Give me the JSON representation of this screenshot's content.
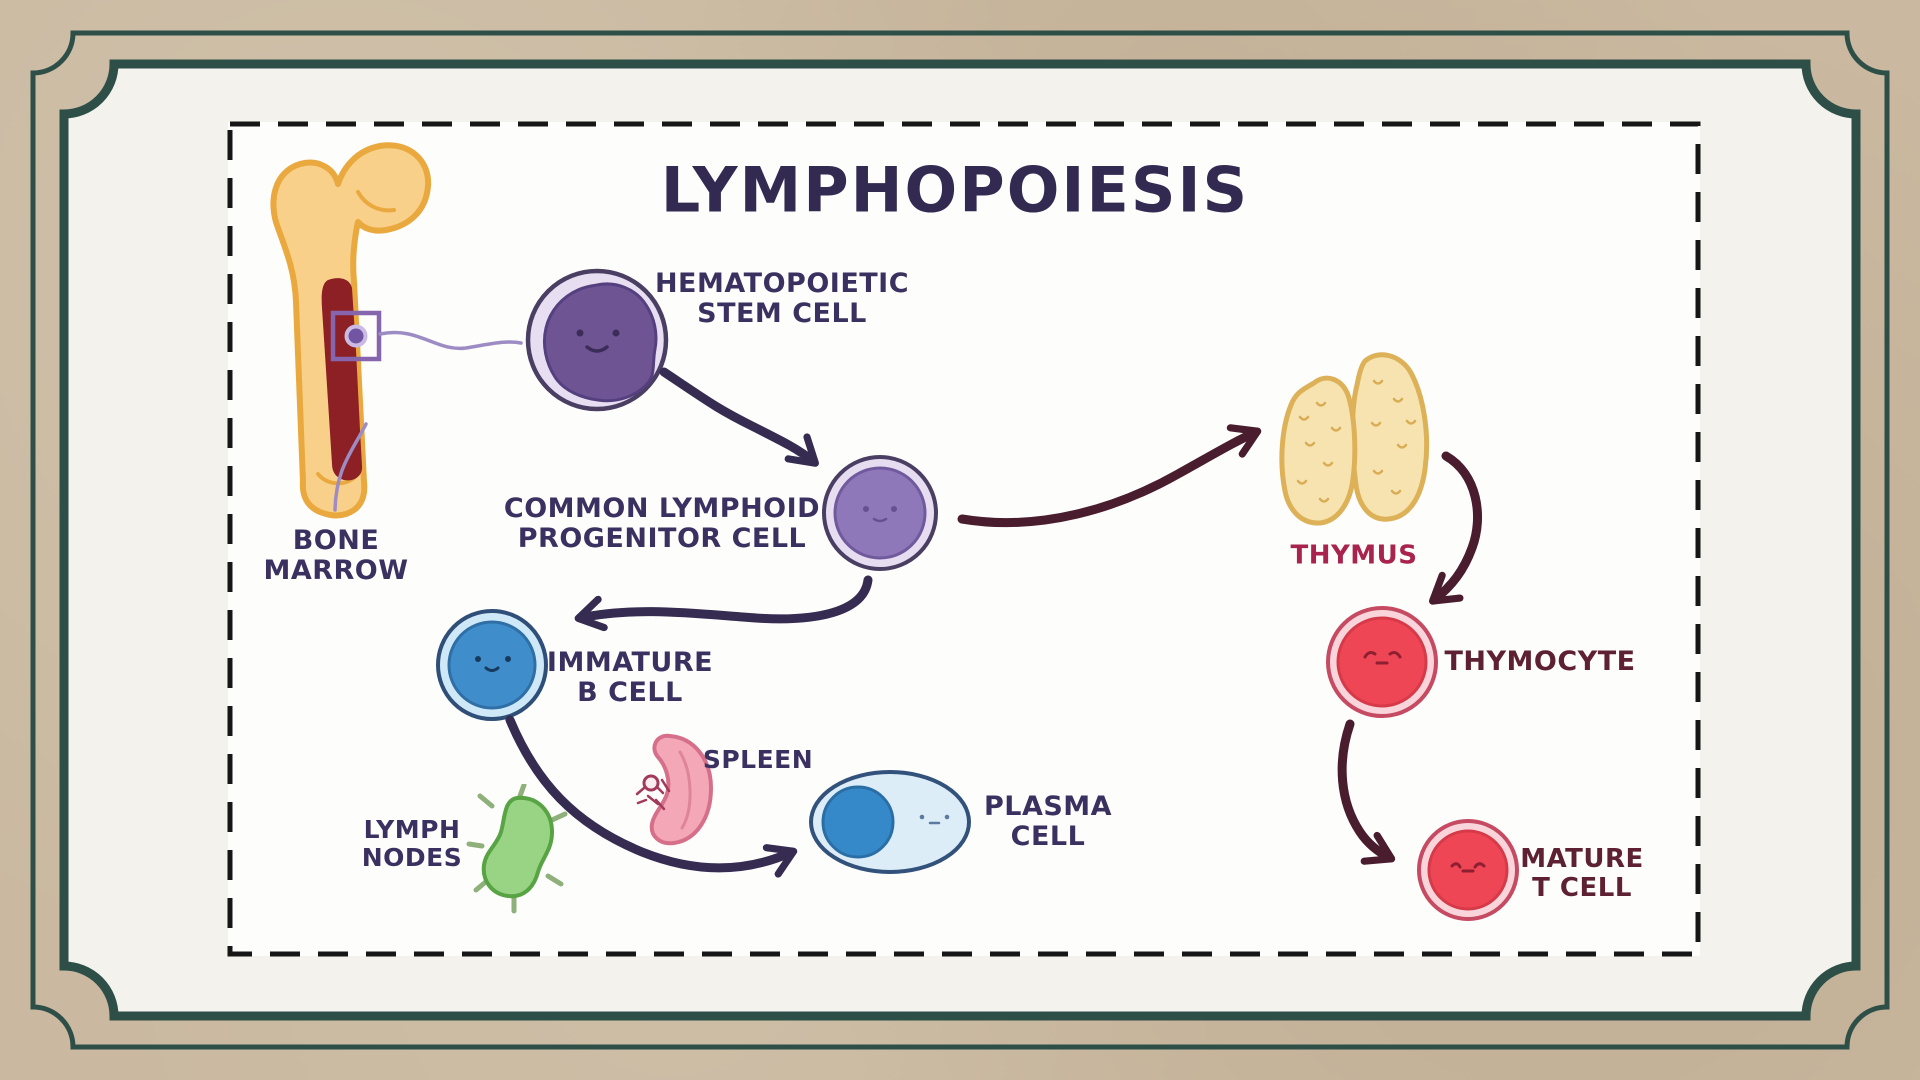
{
  "scene": {
    "background_color": "#cab9a0",
    "frame_border_color": "#2d4f48",
    "panel_color": "#f3f2ec",
    "canvas_color": "#fdfdfc",
    "dashed_border_color": "#161616"
  },
  "diagram": {
    "title": "LYMPHOPOIESIS",
    "title_color": "#332a52",
    "label_color": "#3a3160",
    "cells": {
      "hematopoietic_stem_cell": {
        "label": "HEMATOPOIETIC\nSTEM CELL",
        "color": "#6f5494"
      },
      "common_lymphoid_progenitor": {
        "label": "COMMON LYMPHOID\nPROGENITOR CELL",
        "color": "#8f78b9"
      },
      "immature_b_cell": {
        "label": "IMMATURE\nB CELL",
        "color": "#3f8ecb"
      },
      "plasma_cell": {
        "label": "PLASMA\nCELL",
        "color": "#3589c8"
      },
      "thymocyte": {
        "label": "THYMOCYTE",
        "label_color": "#5d2133",
        "color": "#ee4655"
      },
      "mature_t_cell": {
        "label": "MATURE\nT CELL",
        "label_color": "#5d2133",
        "color": "#ee4655"
      }
    },
    "organs": {
      "bone_marrow": {
        "label": "BONE\nMARROW",
        "color": "#8c2025",
        "bone_color": "#f9d08a"
      },
      "thymus": {
        "label": "THYMUS",
        "label_color": "#a8234e",
        "color": "#f7e3b0"
      },
      "spleen": {
        "label": "SPLEEN",
        "color": "#f4a7b6"
      },
      "lymph_nodes": {
        "label": "LYMPH\nNODES",
        "color": "#98d483"
      }
    },
    "arrow_colors": {
      "lymphoid_line": "#362b50",
      "t_cell_line": "#4a1d2e"
    },
    "flow": [
      {
        "from": "bone-marrow",
        "to": "hematopoietic-stem-cell"
      },
      {
        "from": "hematopoietic-stem-cell",
        "to": "common-lymphoid-progenitor-cell"
      },
      {
        "from": "common-lymphoid-progenitor-cell",
        "to": "thymus"
      },
      {
        "from": "thymus",
        "to": "thymocyte"
      },
      {
        "from": "thymocyte",
        "to": "mature-t-cell"
      },
      {
        "from": "common-lymphoid-progenitor-cell",
        "to": "immature-b-cell"
      },
      {
        "from": "immature-b-cell",
        "to": "plasma-cell"
      }
    ]
  }
}
